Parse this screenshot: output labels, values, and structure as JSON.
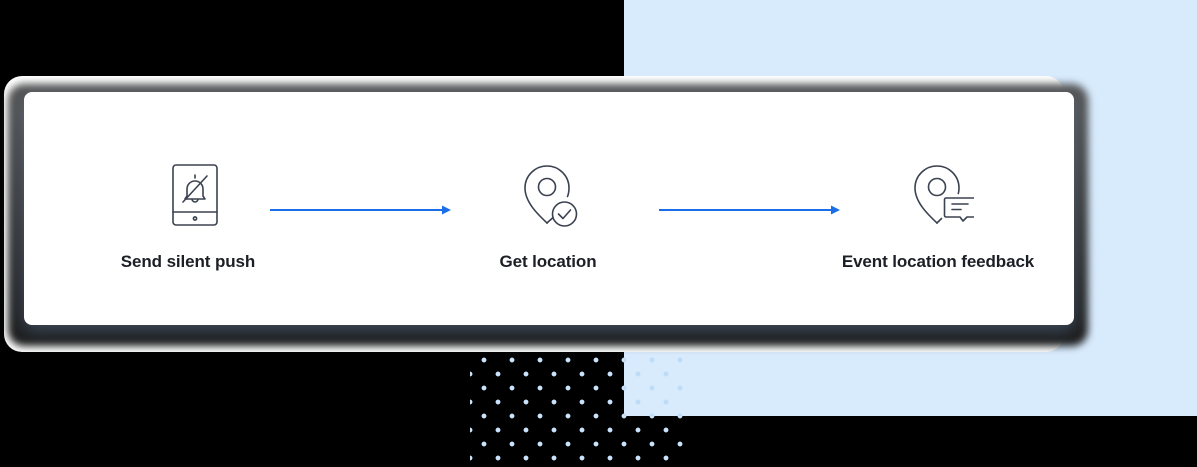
{
  "diagram": {
    "type": "flow",
    "steps": [
      {
        "label": "Send silent push",
        "icon": "phone-bell-off-icon"
      },
      {
        "label": "Get location",
        "icon": "location-pin-check-icon"
      },
      {
        "label": "Event location feedback",
        "icon": "location-pin-message-icon"
      }
    ],
    "connectors": [
      {
        "from": 0,
        "to": 1,
        "style": "arrow"
      },
      {
        "from": 1,
        "to": 2,
        "style": "arrow"
      }
    ]
  },
  "colors": {
    "arrow": "#1a6fe8",
    "icon_stroke": "#3b4250",
    "label": "#1c1f26",
    "panel": "#d8ebfd",
    "dots": "#c9e3fb",
    "card": "#ffffff"
  }
}
